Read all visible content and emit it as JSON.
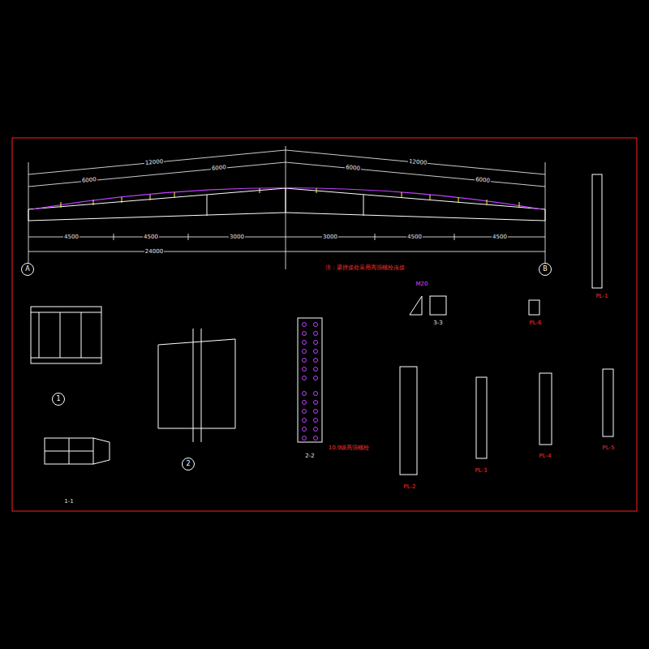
{
  "diagram": {
    "nodes": [
      {
        "text": [
          "A"
        ]
      },
      {
        "text": [
          "B"
        ]
      },
      {
        "text": [
          "1"
        ]
      },
      {
        "text": [
          "2"
        ]
      }
    ],
    "labels": [
      "12000",
      "12000",
      "6000",
      "6000",
      "6000",
      "6000",
      "4500",
      "4500",
      "3000",
      "3000",
      "4500",
      "4500",
      "24000",
      "注：梁拼接处采用高强螺栓连接",
      "1-1",
      "2-2",
      "3-3",
      "PL-1",
      "PL-2",
      "PL-3",
      "PL-4",
      "PL-5",
      "PL-6",
      "M20",
      "10.9级高强螺栓"
    ]
  }
}
